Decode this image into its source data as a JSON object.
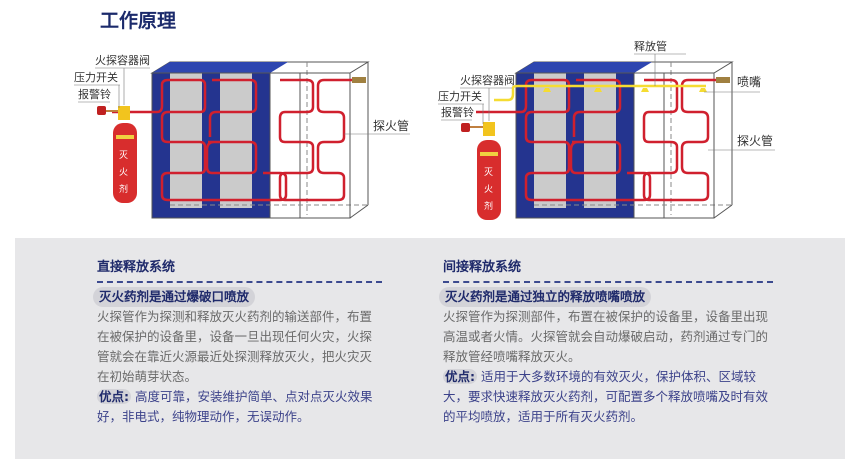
{
  "title": "工作原理",
  "colors": {
    "navy": "#1b2a6b",
    "pipe": "#d0202e",
    "release_pipe": "#f5dc32",
    "panel_blue": "#23338f"
  },
  "left_diagram": {
    "labels": {
      "valve": "火探容器阀",
      "pressure": "压力开关",
      "alarm": "报警铃",
      "tube": "探火管",
      "cylinder": [
        "灭",
        "火",
        "剂"
      ]
    }
  },
  "right_diagram": {
    "labels": {
      "release_pipe": "释放管",
      "valve": "火探容器阀",
      "nozzle": "喷嘴",
      "pressure": "压力开关",
      "alarm": "报警铃",
      "tube": "探火管",
      "cylinder": [
        "灭",
        "火",
        "剂"
      ]
    }
  },
  "direct": {
    "heading": "直接释放系统",
    "highlight": "灭火药剂是通过爆破口喷放",
    "body": "火探管作为探测和释放灭火药剂的输送部件，布置在被保护的设备里，设备一旦出现任何火灾，火探管就会在靠近火源最近处探测释放灭火，把火灾灭在初始萌芽状态。",
    "adv_label": "优点:",
    "adv_text": " 高度可靠，安装维护简单、点对点灭火效果好，非电式，纯物理动作，无误动作。"
  },
  "indirect": {
    "heading": "间接释放系统",
    "highlight": "灭火药剂是通过独立的释放喷嘴喷放",
    "body": "火探管作为探测部件，布置在被保护的设备里，设备里出现高温或者火情。火探管就会自动爆破启动，药剂通过专门的释放管经喷嘴释放灭火。",
    "adv_label": "优点:",
    "adv_text": " 适用于大多数环境的有效灭火，保护体积、区域较大，要求快速释放灭火药剂，可配置多个释放喷嘴及时有效的平均喷放，适用于所有灭火药剂。"
  }
}
